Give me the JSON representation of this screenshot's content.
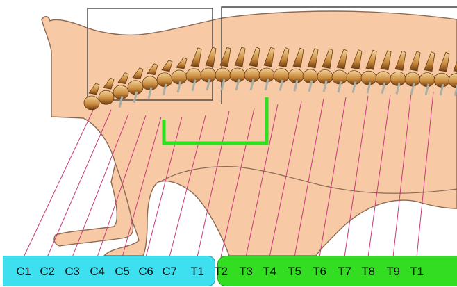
{
  "colors": {
    "body_fill": "#f7c9a5",
    "body_outline": "#8a6a55",
    "bone_light": "#f1c98e",
    "bone_dark": "#6b3b12",
    "nerve": "#a9b0a8",
    "leader_line": "#c8397a",
    "highlight_bracket": "#2ee01e",
    "cervical_group": "#3ee0f0",
    "thoracic_group": "#33dd22",
    "box_outline": "#444444"
  },
  "cervical_labels": [
    "C1",
    "C2",
    "C3",
    "C4",
    "C5",
    "C6",
    "C7"
  ],
  "thoracic_labels": [
    "T1",
    "T2",
    "T3",
    "T4",
    "T5",
    "T6",
    "T7",
    "T8",
    "T9",
    "T1"
  ]
}
